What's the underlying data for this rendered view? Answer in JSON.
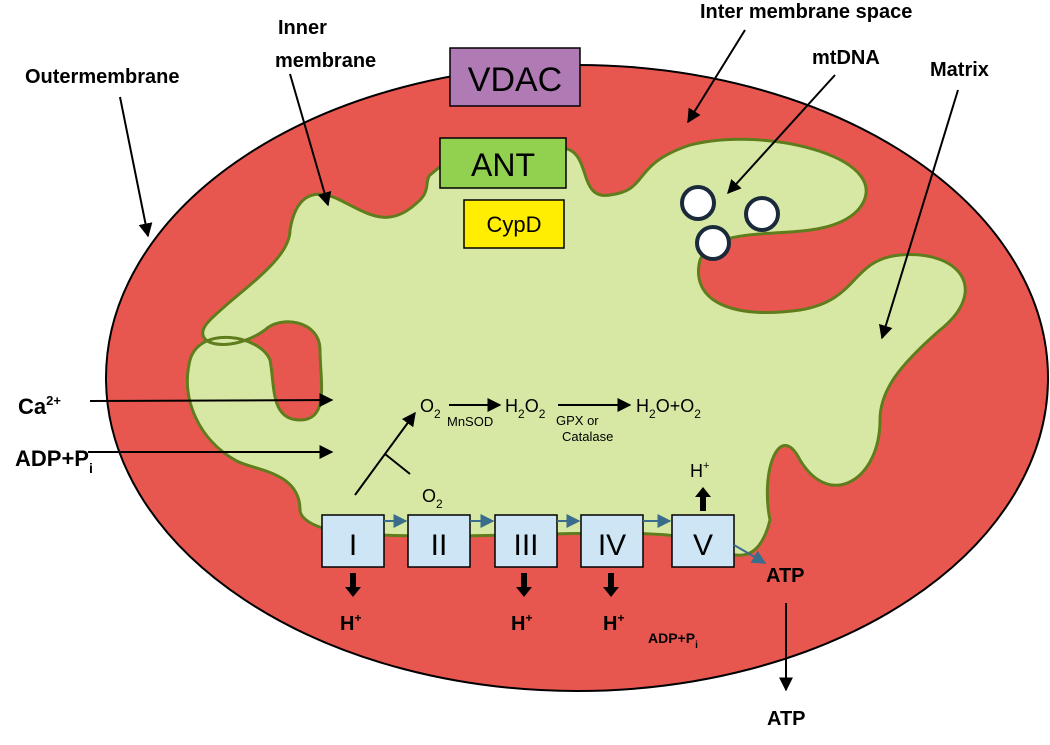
{
  "labels": {
    "outer_membrane": "Outermembrane",
    "inner_membrane_line1": "Inner",
    "inner_membrane_line2": "membrane",
    "intermembrane_space": "Inter membrane space",
    "mtdna": "mtDNA",
    "matrix": "Matrix"
  },
  "proteins": {
    "vdac": "VDAC",
    "ant": "ANT",
    "cypd": "CypD"
  },
  "inputs": {
    "ca_base": "Ca",
    "ca_sup": "2+",
    "adp_base": "ADP+P",
    "adp_sub": "i"
  },
  "ros": {
    "o2_top": "O",
    "o2_top_sub": "2",
    "mnsod": "MnSOD",
    "h2o2_h": "H",
    "h2o2_2a": "2",
    "h2o2_o": "O",
    "h2o2_2b": "2",
    "gpx_line1": "GPX or",
    "gpx_line2": "Catalase",
    "water_h": "H",
    "water_2": "2",
    "water_o": "O+O",
    "water_o2": "2",
    "o2_bottom": "O",
    "o2_bottom_sub": "2"
  },
  "complexes": [
    "I",
    "II",
    "III",
    "IV",
    "V"
  ],
  "protons": {
    "h": "H",
    "plus": "+"
  },
  "atp": {
    "atp_inside": "ATP",
    "atp_outside": "ATP",
    "adp_base": "ADP+P",
    "adp_sub": "i"
  },
  "colors": {
    "outer_fill": "#e8574f",
    "matrix_fill": "#d7e8a4",
    "membrane_stroke": "#5f7d1c",
    "vdac_fill": "#b07ab5",
    "ant_fill": "#92d050",
    "cypd_fill": "#ffee00",
    "complex_fill": "#cde5f5",
    "proton_text": "#a50000",
    "electron_arrow": "#3a6d8c"
  }
}
